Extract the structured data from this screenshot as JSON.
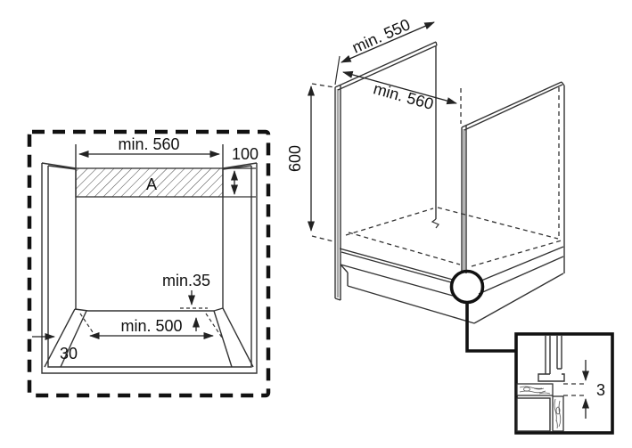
{
  "diagram": {
    "front_view": {
      "top_width_label": "min. 560",
      "area_height_label": "100",
      "area_label": "A",
      "rear_gap_label": "min.35",
      "bottom_width_label": "min. 500",
      "side_recess_label": "30"
    },
    "iso_view": {
      "depth_label": "min. 550",
      "width_label": "min. 560",
      "height_label": "600"
    },
    "detail_view": {
      "gap_label": "3"
    },
    "colors": {
      "line": "#333333",
      "heavy": "#111111",
      "background": "#ffffff"
    }
  }
}
